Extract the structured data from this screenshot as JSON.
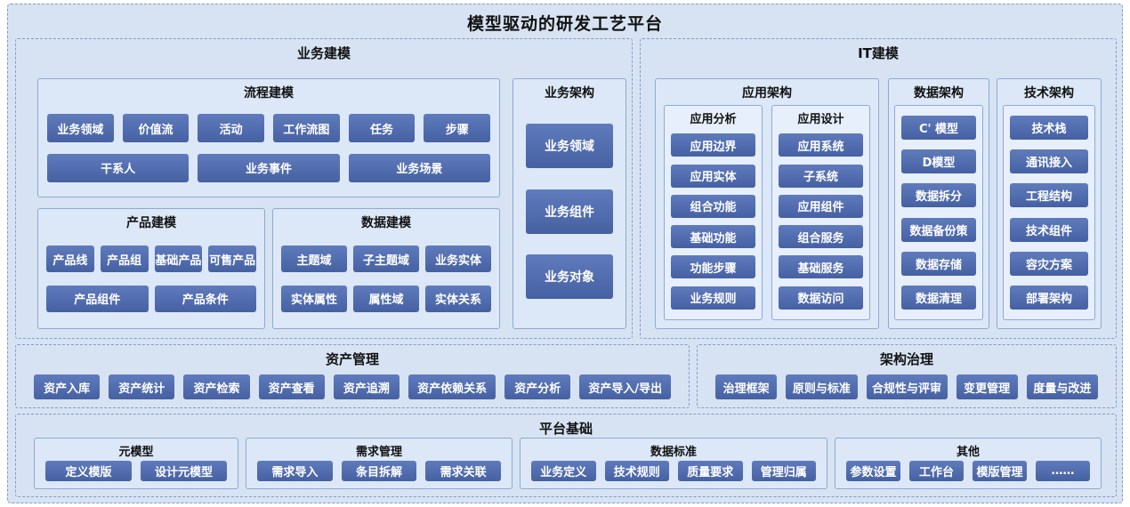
{
  "title": "模型驱动的研发工艺平台",
  "colors": {
    "canvas": "#d7e3f3",
    "panel": "#dce8f7",
    "node": "#4e6cb5"
  },
  "sections": {
    "business": {
      "title": "业务建模",
      "process": {
        "title": "流程建模",
        "row1": [
          "业务领域",
          "价值流",
          "活动",
          "工作流图",
          "任务",
          "步骤"
        ],
        "row2": [
          "干系人",
          "业务事件",
          "业务场景"
        ]
      },
      "product": {
        "title": "产品建模",
        "row1": [
          "产品线",
          "产品组",
          "基础产品",
          "可售产品"
        ],
        "row2": [
          "产品组件",
          "产品条件"
        ]
      },
      "data": {
        "title": "数据建模",
        "row1": [
          "主题域",
          "子主题域",
          "业务实体"
        ],
        "row2": [
          "实体属性",
          "属性域",
          "实体关系"
        ]
      },
      "arch": {
        "title": "业务架构",
        "items": [
          "业务领域",
          "业务组件",
          "业务对象"
        ]
      }
    },
    "it": {
      "title": "IT建模",
      "app": {
        "title": "应用架构",
        "analysis": {
          "title": "应用分析",
          "items": [
            "应用边界",
            "应用实体",
            "组合功能",
            "基础功能",
            "功能步骤",
            "业务规则"
          ]
        },
        "design": {
          "title": "应用设计",
          "items": [
            "应用系统",
            "子系统",
            "应用组件",
            "组合服务",
            "基础服务",
            "数据访问"
          ]
        }
      },
      "data": {
        "title": "数据架构",
        "items": [
          "C' 模型",
          "D模型",
          "数据拆分",
          "数据备份策",
          "数据存储",
          "数据清理"
        ]
      },
      "tech": {
        "title": "技术架构",
        "items": [
          "技术栈",
          "通讯接入",
          "工程结构",
          "技术组件",
          "容灾方案",
          "部署架构"
        ]
      }
    },
    "asset": {
      "title": "资产管理",
      "items": [
        "资产入库",
        "资产统计",
        "资产检索",
        "资产查看",
        "资产追溯",
        "资产依赖关系",
        "资产分析",
        "资产导入/导出"
      ]
    },
    "governance": {
      "title": "架构治理",
      "items": [
        "治理框架",
        "原则与标准",
        "合规性与评审",
        "变更管理",
        "度量与改进"
      ]
    },
    "platform": {
      "title": "平台基础",
      "meta": {
        "title": "元模型",
        "items": [
          "定义模版",
          "设计元模型"
        ]
      },
      "requirement": {
        "title": "需求管理",
        "items": [
          "需求导入",
          "条目拆解",
          "需求关联"
        ]
      },
      "standard": {
        "title": "数据标准",
        "items": [
          "业务定义",
          "技术规则",
          "质量要求",
          "管理归属"
        ]
      },
      "other": {
        "title": "其他",
        "items": [
          "参数设置",
          "工作台",
          "模版管理",
          "……"
        ]
      }
    }
  }
}
